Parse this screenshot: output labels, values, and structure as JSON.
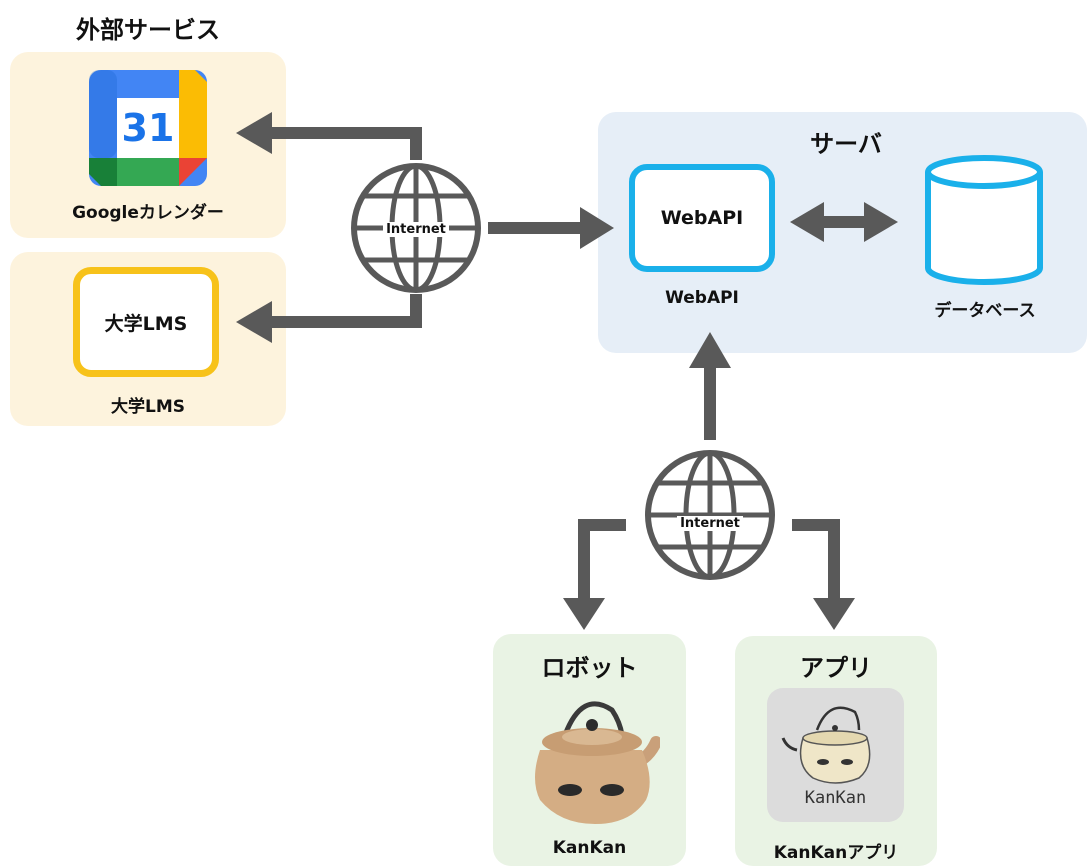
{
  "external": {
    "title": "外部サービス",
    "google_calendar": {
      "icon_text": "31",
      "label": "Googleカレンダー"
    },
    "university_lms": {
      "box_text": "大学LMS",
      "label": "大学LMS"
    }
  },
  "internet_top": {
    "label": "Internet"
  },
  "server": {
    "title": "サーバ",
    "webapi": {
      "box_text": "WebAPI",
      "label": "WebAPI"
    },
    "database": {
      "label": "データベース"
    }
  },
  "internet_bottom": {
    "label": "Internet"
  },
  "robot": {
    "title": "ロボット",
    "label": "KanKan"
  },
  "app": {
    "title": "アプリ",
    "card_text": "KanKan",
    "label": "KanKanアプリ"
  },
  "colors": {
    "arrow": "#595959",
    "external_bg": "#fdf3dd",
    "server_bg": "#e6eef7",
    "client_bg": "#e9f3e4",
    "lms_border": "#f7c21a",
    "webapi_border": "#1ab0ea"
  }
}
